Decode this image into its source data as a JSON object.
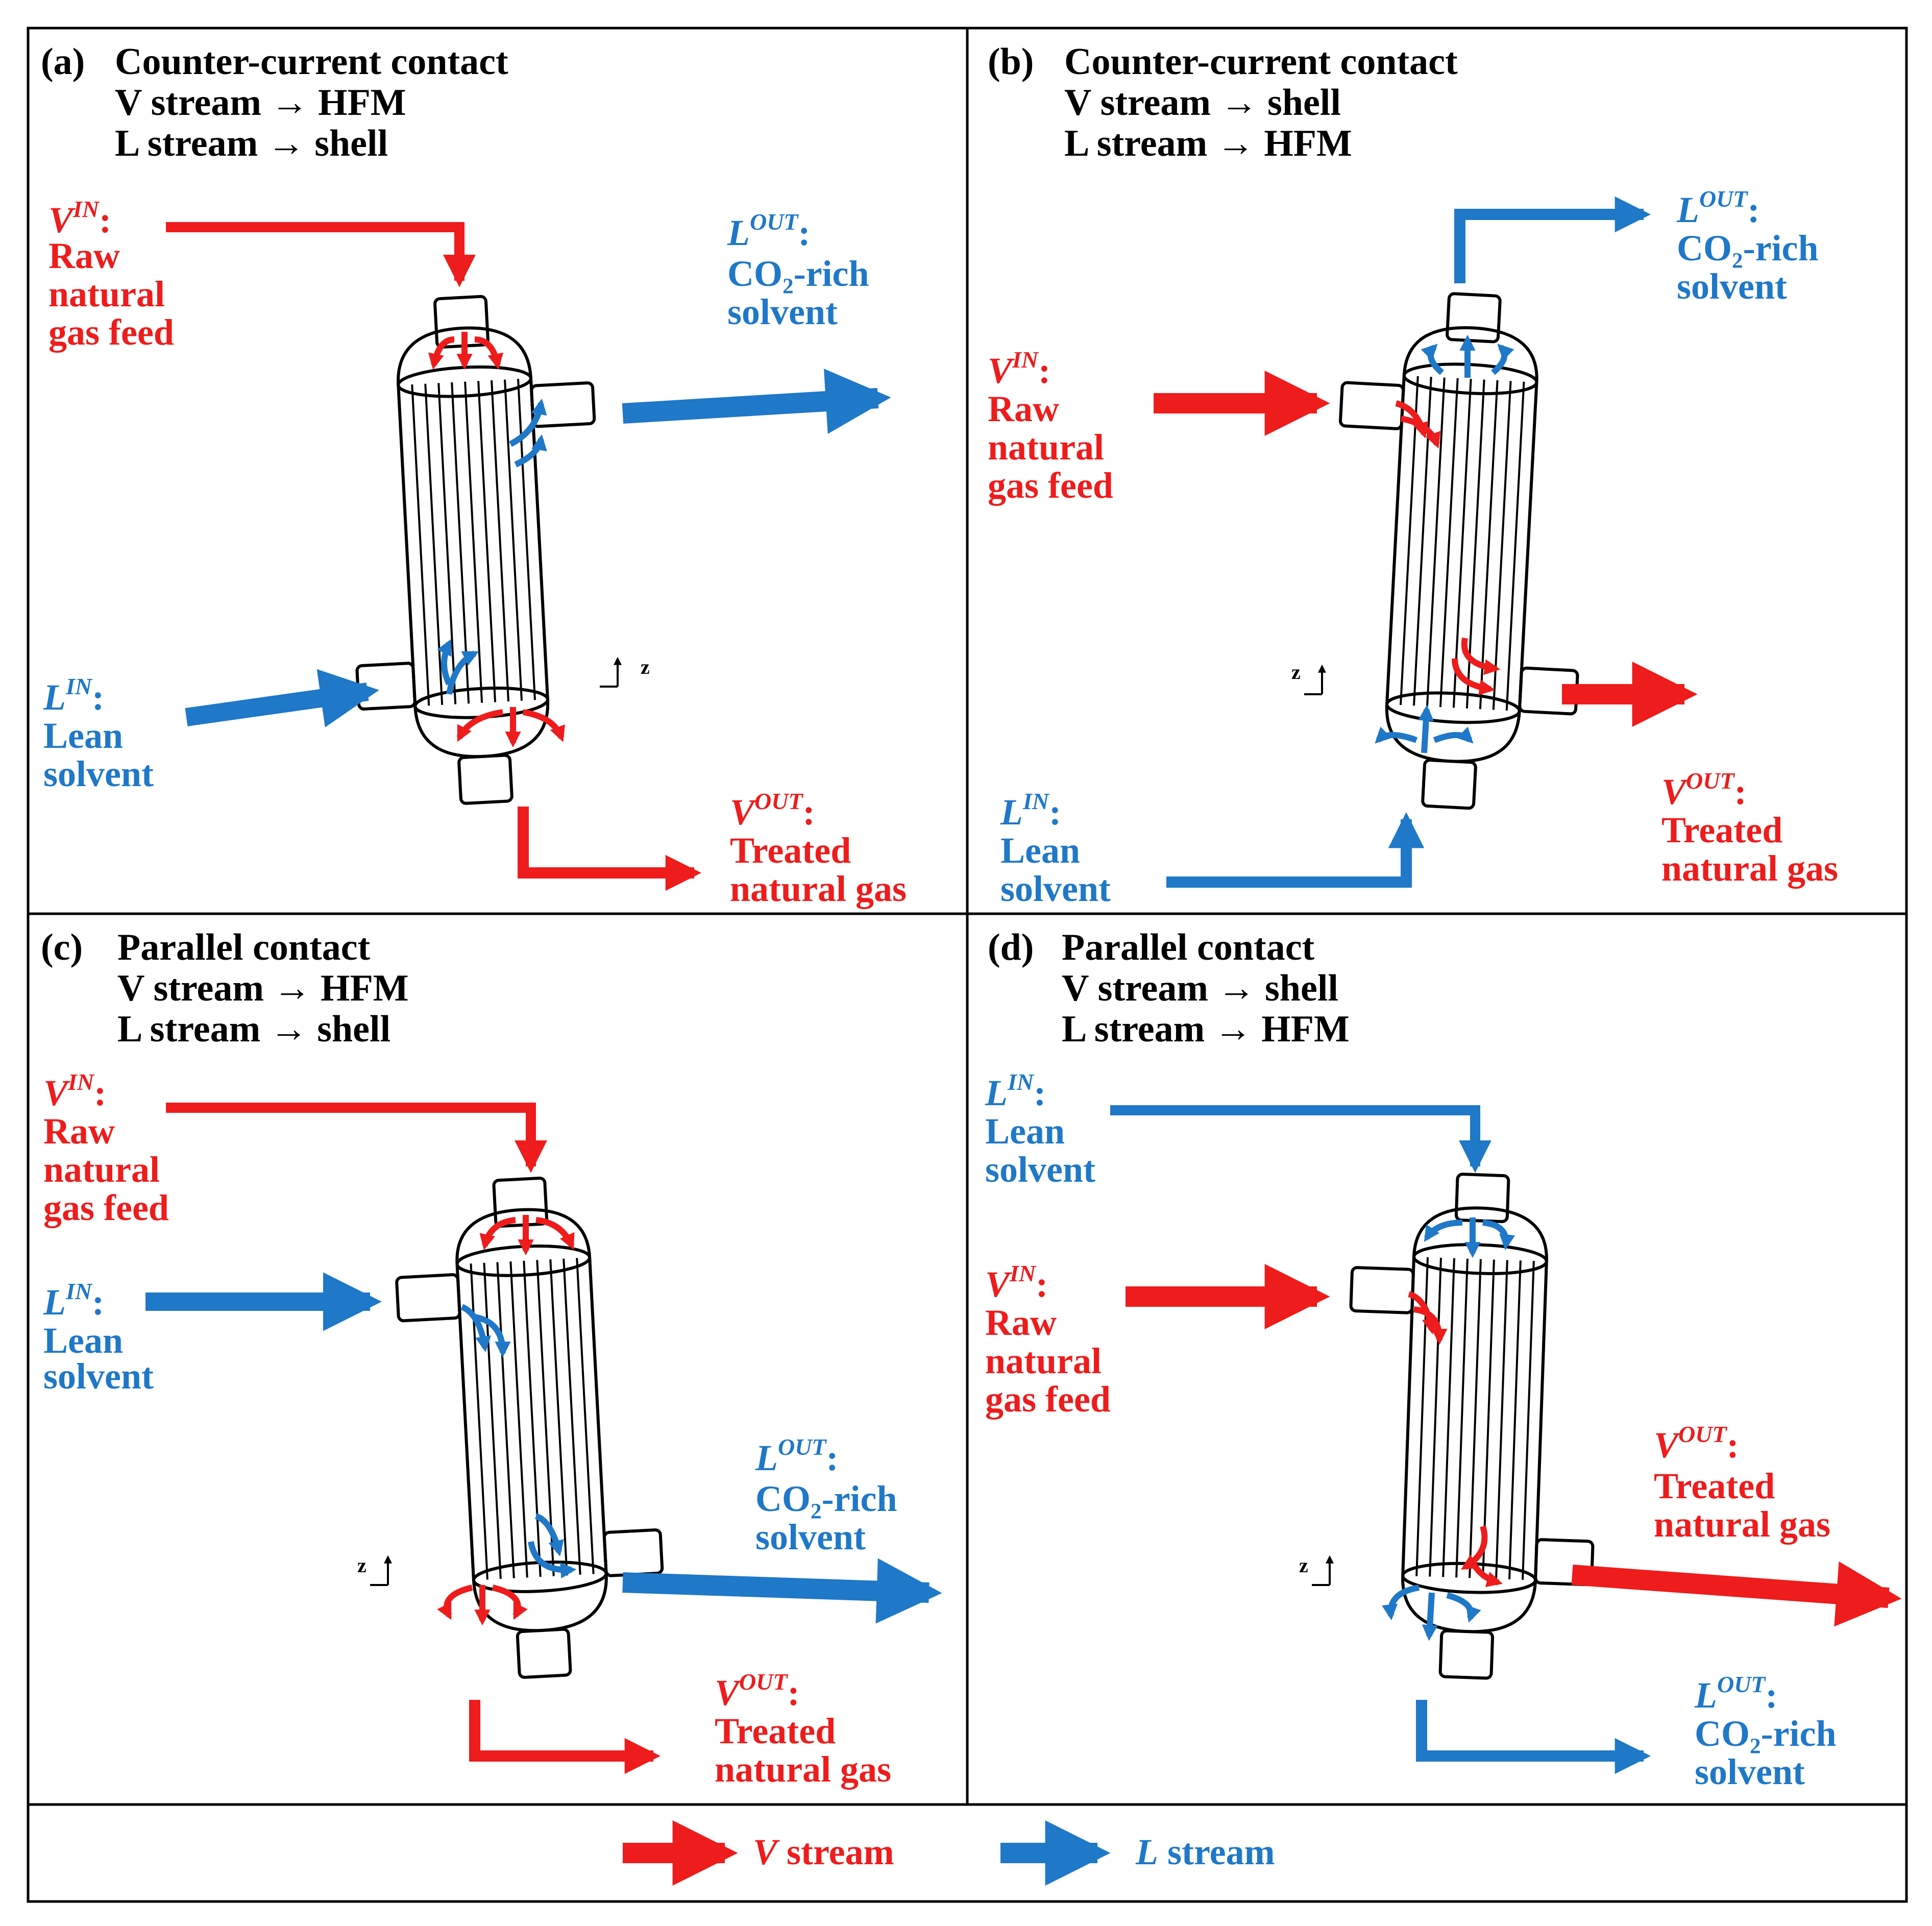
{
  "colors": {
    "vapor": "#ee1c1c",
    "liquid": "#1f78c8",
    "line": "#000000",
    "background": "#ffffff"
  },
  "axis_label": "z",
  "panels": [
    {
      "id": "a",
      "tag": "(a)",
      "contact": "Counter-current contact",
      "v_route": "V stream → HFM",
      "l_route": "L stream → shell",
      "v_in": {
        "sym": "V",
        "sup": "IN",
        "lines": [
          "Raw",
          "natural",
          "gas feed"
        ]
      },
      "l_in": {
        "sym": "L",
        "sup": "IN",
        "lines": [
          "Lean",
          "solvent"
        ]
      },
      "l_out": {
        "sym": "L",
        "sup": "OUT",
        "lines": [
          "CO₂-rich",
          "solvent"
        ]
      },
      "v_out": {
        "sym": "V",
        "sup": "OUT",
        "lines": [
          "Treated",
          "natural gas"
        ]
      }
    },
    {
      "id": "b",
      "tag": "(b)",
      "contact": "Counter-current contact",
      "v_route": "V stream → shell",
      "l_route": "L stream → HFM",
      "v_in": {
        "sym": "V",
        "sup": "IN",
        "lines": [
          "Raw",
          "natural",
          "gas feed"
        ]
      },
      "l_in": {
        "sym": "L",
        "sup": "IN",
        "lines": [
          "Lean",
          "solvent"
        ]
      },
      "l_out": {
        "sym": "L",
        "sup": "OUT",
        "lines": [
          "CO₂-rich",
          "solvent"
        ]
      },
      "v_out": {
        "sym": "V",
        "sup": "OUT",
        "lines": [
          "Treated",
          "natural gas"
        ]
      }
    },
    {
      "id": "c",
      "tag": "(c)",
      "contact": "Parallel contact",
      "v_route": "V stream → HFM",
      "l_route": "L stream → shell",
      "v_in": {
        "sym": "V",
        "sup": "IN",
        "lines": [
          "Raw",
          "natural",
          "gas feed"
        ]
      },
      "l_in": {
        "sym": "L",
        "sup": "IN",
        "lines": [
          "Lean",
          "solvent"
        ]
      },
      "l_out": {
        "sym": "L",
        "sup": "OUT",
        "lines": [
          "CO₂-rich",
          "solvent"
        ]
      },
      "v_out": {
        "sym": "V",
        "sup": "OUT",
        "lines": [
          "Treated",
          "natural gas"
        ]
      }
    },
    {
      "id": "d",
      "tag": "(d)",
      "contact": "Parallel contact",
      "v_route": "V stream → shell",
      "l_route": "L stream → HFM",
      "v_in": {
        "sym": "V",
        "sup": "IN",
        "lines": [
          "Raw",
          "natural",
          "gas feed"
        ]
      },
      "l_in": {
        "sym": "L",
        "sup": "IN",
        "lines": [
          "Lean",
          "solvent"
        ]
      },
      "l_out": {
        "sym": "L",
        "sup": "OUT",
        "lines": [
          "CO₂-rich",
          "solvent"
        ]
      },
      "v_out": {
        "sym": "V",
        "sup": "OUT",
        "lines": [
          "Treated",
          "natural gas"
        ]
      }
    }
  ],
  "legend": {
    "v_sym": "V",
    "v_text": " stream",
    "l_sym": "L",
    "l_text": " stream"
  }
}
